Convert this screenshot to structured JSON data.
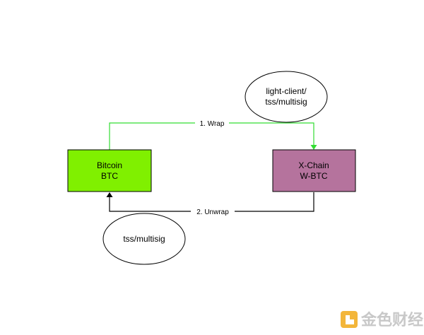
{
  "nodes": {
    "bitcoin": {
      "line1": "Bitcoin",
      "line2": "BTC",
      "fill": "#80f000"
    },
    "xchain": {
      "line1": "X-Chain",
      "line2": "W-BTC",
      "fill": "#b5739d"
    },
    "light_client": {
      "line1": "light-client/",
      "line2": "tss/multisig"
    },
    "tss": {
      "line1": "tss/multisig"
    }
  },
  "edges": {
    "wrap": {
      "label": "1. Wrap",
      "color": "#33dd33"
    },
    "unwrap": {
      "label": "2. Unwrap",
      "color": "#000000"
    }
  },
  "watermark": {
    "text": "金色财经",
    "icon": "logo-icon"
  }
}
